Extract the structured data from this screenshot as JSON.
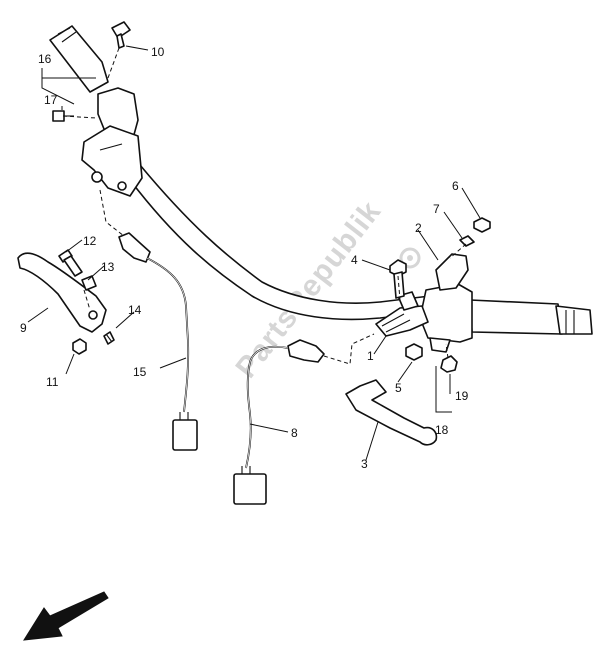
{
  "watermark": "PartsRepublik",
  "callouts": {
    "c1": "1",
    "c2": "2",
    "c3": "3",
    "c4": "4",
    "c5": "5",
    "c6": "6",
    "c7": "7",
    "c8": "8",
    "c9": "9",
    "c10": "10",
    "c11": "11",
    "c12": "12",
    "c13": "13",
    "c14": "14",
    "c15": "15",
    "c16": "16",
    "c17": "17",
    "c18": "18",
    "c19": "19"
  },
  "icons": {
    "direction": "front-direction-arrow-icon",
    "logo": "partsrepublik-gear-logo-icon"
  }
}
